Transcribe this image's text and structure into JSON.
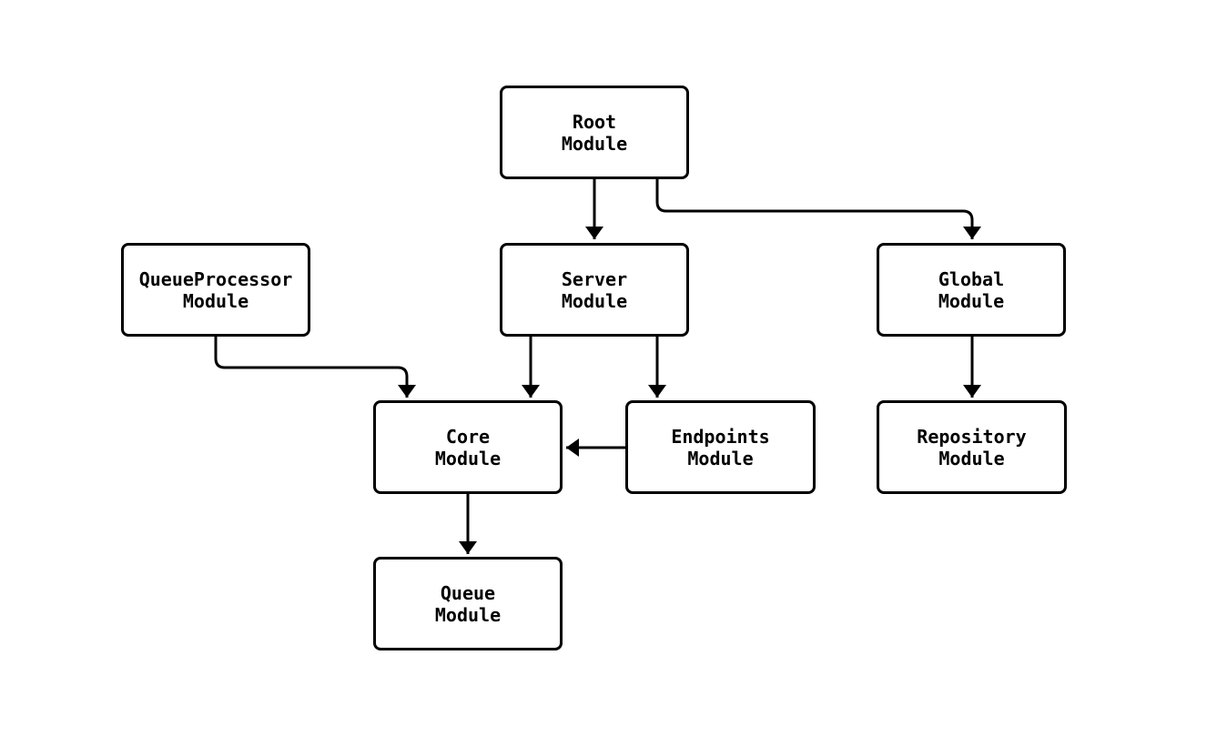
{
  "diagram": {
    "type": "flowchart",
    "background_color": "#ffffff",
    "stroke_color": "#000000",
    "text_color": "#000000",
    "nodes": {
      "root": {
        "line1": "Root",
        "line2": "Module"
      },
      "queueprocessor": {
        "line1": "QueueProcessor",
        "line2": "Module"
      },
      "server": {
        "line1": "Server",
        "line2": "Module"
      },
      "global": {
        "line1": "Global",
        "line2": "Module"
      },
      "core": {
        "line1": "Core",
        "line2": "Module"
      },
      "endpoints": {
        "line1": "Endpoints",
        "line2": "Module"
      },
      "repository": {
        "line1": "Repository",
        "line2": "Module"
      },
      "queue": {
        "line1": "Queue",
        "line2": "Module"
      }
    },
    "edges": [
      {
        "from": "Root Module",
        "to": "Server Module"
      },
      {
        "from": "Root Module",
        "to": "Global Module"
      },
      {
        "from": "QueueProcessor Module",
        "to": "Core Module"
      },
      {
        "from": "Server Module",
        "to": "Core Module"
      },
      {
        "from": "Server Module",
        "to": "Endpoints Module"
      },
      {
        "from": "Global Module",
        "to": "Repository Module"
      },
      {
        "from": "Endpoints Module",
        "to": "Core Module"
      },
      {
        "from": "Core Module",
        "to": "Queue Module"
      }
    ]
  }
}
